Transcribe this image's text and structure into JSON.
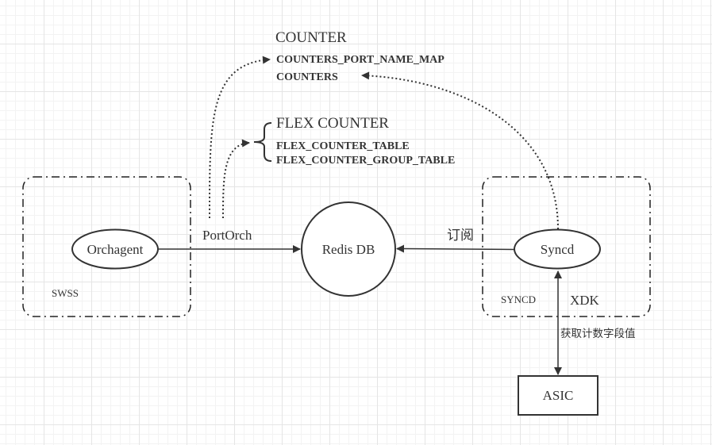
{
  "groups": {
    "swss": "SWSS",
    "syncd": "SYNCD"
  },
  "nodes": {
    "orchagent": "Orchagent",
    "redis": "Redis DB",
    "syncd": "Syncd",
    "asic": "ASIC"
  },
  "labels": {
    "portorch": "PortOrch",
    "subscribe": "订阅",
    "xdk": "XDK",
    "get_counter": "获取计数字段值"
  },
  "counter_db": {
    "title": "COUNTER",
    "tables": [
      "COUNTERS_PORT_NAME_MAP",
      "COUNTERS"
    ]
  },
  "flex_counter_db": {
    "title": "FLEX COUNTER",
    "tables": [
      "FLEX_COUNTER_TABLE",
      "FLEX_COUNTER_GROUP_TABLE"
    ]
  }
}
